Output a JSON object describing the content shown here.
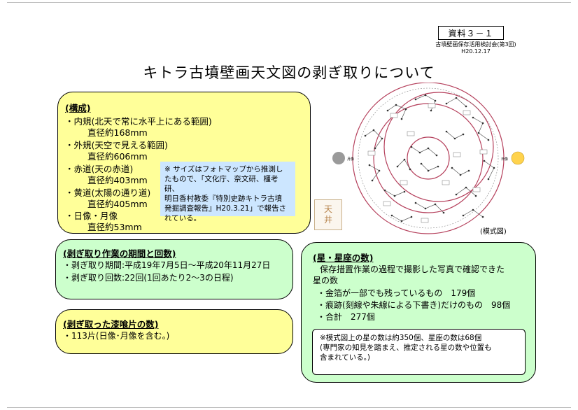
{
  "header": {
    "docref": "資料３－１",
    "meeting": "古墳壁画保存活用検討会(第3回)",
    "date": "H20.12.17",
    "title": "キトラ古墳壁画天文図の剥ぎ取りについて"
  },
  "structure": {
    "heading": "(構成)",
    "lines": [
      "・内規(北天で常に水平上にある範囲)",
      "直径約168mm",
      "・外規(天空で見える範囲)",
      "直径約606mm",
      "・赤道(天の赤道)",
      "直径約403mm",
      "・黄道(太陽の通り道)",
      "直径約405mm",
      "・日像・月像",
      "直径約53mm"
    ],
    "note": [
      "※ サイズはフォトマップから推測し",
      "たもので、「文化庁、奈文研、橿考研、",
      "明日香村教委『特別史跡キトラ古墳",
      "発掘調査報告』H20.3.21」で報告さ",
      "れている。"
    ]
  },
  "period": {
    "heading": "(剥ぎ取り作業の期間と回数)",
    "lines": [
      "・剥ぎ取り期間:平成19年7月5日～平成20年11月27日",
      "・剥ぎ取り回数:22回(1回あたり2～3の日程)"
    ]
  },
  "pieces": {
    "heading": "(剥ぎ取った漆喰片の数)",
    "lines": [
      "・113片(日像･月像を含む。)"
    ]
  },
  "stars": {
    "heading": "(星・星座の数)",
    "lines": [
      "保存措置作業の過程で撮影した写真で確認できた",
      "星の数",
      "・金箔が一部でも残っているもの　179個",
      "・痕跡(刻線や朱線による下書き)だけのもの　98個",
      "・合計　277個"
    ],
    "note": [
      "※模式図上の星の数は約350個、星座の数は68個",
      "(専門家の知見を踏まえ、推定される星の数や位置も",
      "含まれている。)"
    ]
  },
  "diagram": {
    "tenjo": [
      "天",
      "井"
    ],
    "caption": "(模式図)",
    "left_disc": "月像",
    "right_disc": "日像",
    "colors": {
      "circle_red": "#b5405c",
      "ring_gray": "#666666",
      "moon": "#9a9a9a",
      "sun": "#ffd34d"
    }
  }
}
